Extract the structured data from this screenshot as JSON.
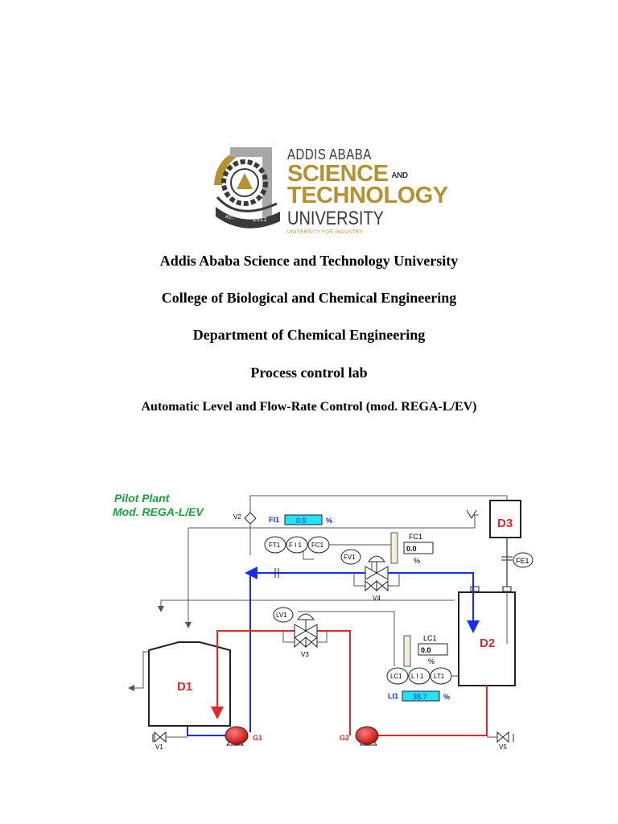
{
  "logo": {
    "line1": "ADDIS ABABA",
    "line2": "SCIENCE",
    "line2b": "AND",
    "line3": "TECHNOLOGY",
    "line4": "UNIVERSITY",
    "tagline": "UNIVERSITY FOR INDUSTRY",
    "seal_year_left": "ፀ፲፫",
    "seal_year_right": "2011"
  },
  "headings": {
    "university": "Addis Ababa Science and Technology University",
    "college": "College of Biological and Chemical Engineering",
    "department": "Department of Chemical Engineering",
    "lab": "Process control lab",
    "title": "Automatic Level and Flow-Rate Control (mod. REGA-L/EV)"
  },
  "diagram": {
    "plant_title_1": "Pilot Plant",
    "plant_title_2": "Mod. REGA-L/EV",
    "fi1_label": "FI1",
    "fi1_value": "0.9",
    "fi1_unit": "%",
    "li1_label": "LI1",
    "li1_value": "38.7",
    "li1_unit": "%",
    "fc1_label": "FC1",
    "fc1_value": "0.0",
    "fc1_unit": "%",
    "lc1_label": "LC1",
    "lc1_value": "0.0",
    "lc1_unit": "%",
    "ft1": "FT1",
    "fi1_bubble": "F I 1",
    "fc1_bubble": "FC1",
    "fv1": "FV1",
    "lv1": "LV1",
    "lc1_bubble": "LC1",
    "li1_bubble": "L I 1",
    "lt1": "LT1",
    "fe1": "FE1",
    "d1": "D1",
    "d2": "D2",
    "d3": "D3",
    "g1": "G1",
    "g2": "G2",
    "v1": "V1",
    "v2": "V2",
    "v3": "V3",
    "v4": "V4",
    "v5": "V5",
    "colors": {
      "red_line": "#e3262a",
      "blue_line": "#1a2cf0",
      "green_title": "#19a33a",
      "cyan_box": "#22e3f5",
      "pump_red": "#e3262a",
      "tank_label": "#e3262a",
      "gold": "#b5912f"
    }
  }
}
